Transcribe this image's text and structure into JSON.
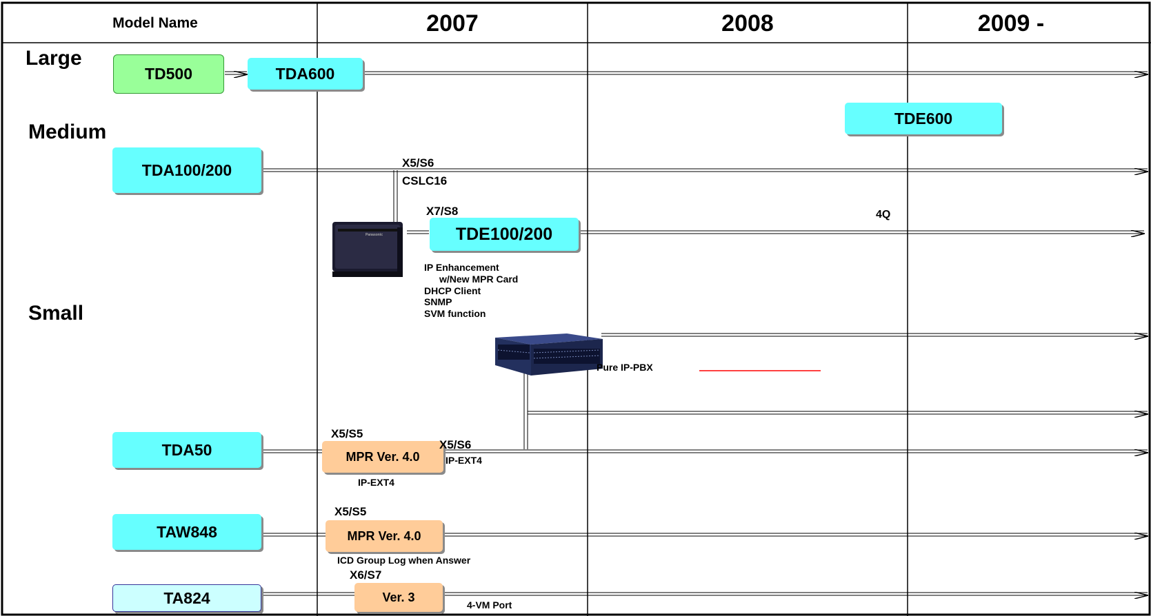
{
  "header": {
    "model_name": "Model Name",
    "year_2007": "2007",
    "year_2008": "2008",
    "year_2009": "2009 -"
  },
  "categories": {
    "large": "Large",
    "medium": "Medium",
    "small": "Small"
  },
  "models": {
    "td500": "TD500",
    "tda600": "TDA600",
    "tde600": "TDE600",
    "tda100_200": "TDA100/200",
    "tde100_200": "TDE100/200",
    "tda50": "TDA50",
    "taw848": "TAW848",
    "ta824": "TA824"
  },
  "upgrades": {
    "mpr_tda50": "MPR Ver. 4.0",
    "mpr_taw848": "MPR Ver. 4.0",
    "ver3": "Ver. 3"
  },
  "annotations": {
    "x5s6_tda100": "X5/S6",
    "cslc16": "CSLC16",
    "x7s8": "X7/S8",
    "q4": "4Q",
    "ip_enh_1": "IP Enhancement",
    "ip_enh_2": "w/New MPR Card",
    "ip_enh_3": "DHCP Client",
    "ip_enh_4": "SNMP",
    "ip_enh_5": "SVM function",
    "pure_ip": "Pure IP-PBX",
    "x5s5_tda50": "X5/S5",
    "x5s6_tda50": "X5/S6",
    "ip_ext4_right": "IP-EXT4",
    "ip_ext4_below": "IP-EXT4",
    "x5s5_taw848": "X5/S5",
    "icd": "ICD Group Log when Answer",
    "x6s7": "X6/S7",
    "vm_port": "4-VM Port"
  },
  "colors": {
    "model_box": "#66ffff",
    "discontinued_box": "#99ff99",
    "upgrade_box": "#ffcc99",
    "ta824_box": "#ccffff",
    "highlight_line": "#ff0000"
  }
}
